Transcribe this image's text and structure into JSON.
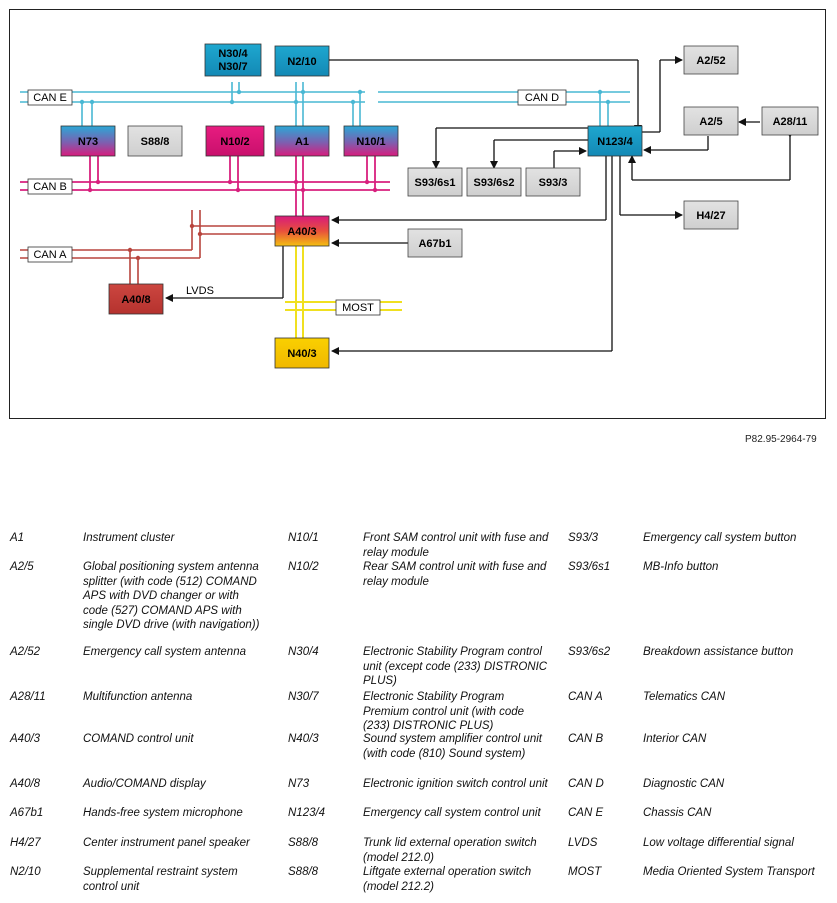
{
  "diagram": {
    "components": {
      "n30_4_n30_7": [
        "N30/4",
        "N30/7"
      ],
      "n2_10": "N2/10",
      "a2_52": "A2/52",
      "a2_5": "A2/5",
      "a28_11": "A28/11",
      "n73": "N73",
      "s88_8": "S88/8",
      "n10_2": "N10/2",
      "a1": "A1",
      "n10_1": "N10/1",
      "n123_4": "N123/4",
      "s93_6s1": "S93/6s1",
      "s93_6s2": "S93/6s2",
      "s93_3": "S93/3",
      "a40_3": "A40/3",
      "a67b1": "A67b1",
      "h4_27": "H4/27",
      "a40_8": "A40/8",
      "n40_3": "N40/3"
    },
    "buses": {
      "can_e": "CAN E",
      "can_d": "CAN D",
      "can_b": "CAN B",
      "can_a": "CAN A",
      "most": "MOST",
      "lvds": "LVDS"
    },
    "colors": {
      "can_e": "#49b8d4",
      "can_b": "#d8207e",
      "can_a": "#b8453e",
      "most": "#f0e020",
      "cyan_box": "#1ea7cf",
      "magenta_box": "#e0157a",
      "gray_box": "#d9d9d9",
      "red_box": "#c8403a",
      "yellow_box": "#f6c400"
    }
  },
  "reference_code": "P82.95-2964-79",
  "legend": [
    {
      "code": "A1",
      "desc": "Instrument cluster"
    },
    {
      "code": "A2/5",
      "desc": "Global positioning system antenna splitter (with code (512) COMAND APS with DVD changer or with code (527) COMAND APS with single DVD drive (with navigation))"
    },
    {
      "code": "A2/52",
      "desc": "Emergency call system antenna"
    },
    {
      "code": "A28/11",
      "desc": "Multifunction antenna"
    },
    {
      "code": "A40/3",
      "desc": "COMAND control unit"
    },
    {
      "code": "A40/8",
      "desc": "Audio/COMAND display"
    },
    {
      "code": "A67b1",
      "desc": "Hands-free system microphone"
    },
    {
      "code": "H4/27",
      "desc": "Center instrument panel speaker"
    },
    {
      "code": "N2/10",
      "desc": "Supplemental restraint system control unit"
    },
    {
      "code": "N10/1",
      "desc": "Front SAM control unit with fuse and relay module"
    },
    {
      "code": "N10/2",
      "desc": "Rear SAM control unit with fuse and relay module"
    },
    {
      "code": "N30/4",
      "desc": "Electronic Stability Program control unit (except code (233) DISTRONIC PLUS)"
    },
    {
      "code": "N30/7",
      "desc": "Electronic Stability Program Premium control unit (with code (233) DISTRONIC PLUS)"
    },
    {
      "code": "N40/3",
      "desc": "Sound system amplifier control unit (with code (810) Sound system)"
    },
    {
      "code": "N73",
      "desc": "Electronic ignition switch control unit"
    },
    {
      "code": "N123/4",
      "desc": "Emergency call system control unit"
    },
    {
      "code": "S88/8",
      "desc": "Trunk lid external operation switch (model 212.0)"
    },
    {
      "code": "S88/8",
      "desc": "Liftgate external operation switch (model 212.2)"
    },
    {
      "code": "S93/3",
      "desc": "Emergency call system button"
    },
    {
      "code": "S93/6s1",
      "desc": "MB-Info button"
    },
    {
      "code": "S93/6s2",
      "desc": "Breakdown assistance button"
    },
    {
      "code": "CAN A",
      "desc": "Telematics CAN"
    },
    {
      "code": "CAN B",
      "desc": "Interior CAN"
    },
    {
      "code": "CAN D",
      "desc": "Diagnostic CAN"
    },
    {
      "code": "CAN E",
      "desc": "Chassis CAN"
    },
    {
      "code": "LVDS",
      "desc": "Low voltage differential signal"
    },
    {
      "code": "MOST",
      "desc": "Media Oriented System Transport"
    }
  ]
}
